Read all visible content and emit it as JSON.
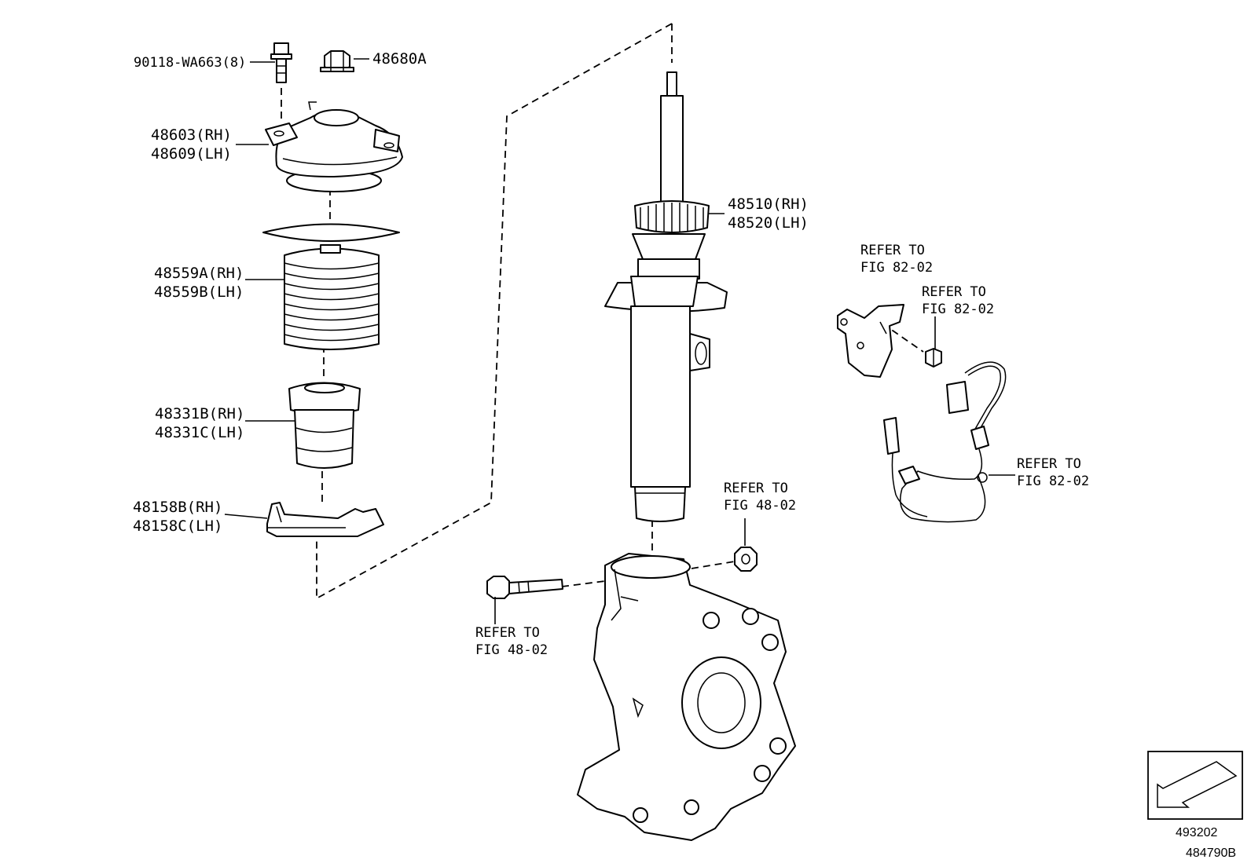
{
  "labels": {
    "bolt": "90118-WA663(8)",
    "nut": "48680A",
    "mount_rh": "48603(RH)",
    "mount_lh": "48609(LH)",
    "boot_rh": "48559A(RH)",
    "boot_lh": "48559B(LH)",
    "bumper_rh": "48331B(RH)",
    "bumper_lh": "48331C(LH)",
    "seat_rh": "48158B(RH)",
    "seat_lh": "48158C(LH)",
    "strut_rh": "48510(RH)",
    "strut_lh": "48520(LH)"
  },
  "refs": {
    "refer_to": "REFER TO",
    "fig_82_02": "FIG 82-02",
    "fig_48_02": "FIG 48-02"
  },
  "footer": {
    "fig_number": "493202",
    "ref_number": "484790B"
  }
}
